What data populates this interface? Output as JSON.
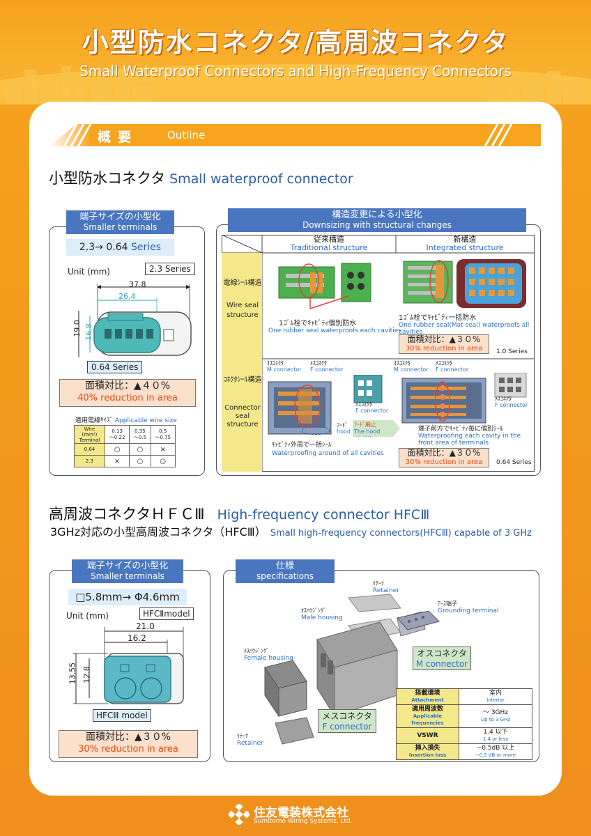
{
  "header": {
    "title_jp": "小型防水コネクタ/高周波コネクタ",
    "title_en": "Small Waterproof Connectors and High-Frequency Connectors"
  },
  "outline": {
    "label_jp": "概要",
    "label_en": "Outline"
  },
  "section1": {
    "title_jp": "小型防水コネクタ",
    "title_en": "Small waterproof connector",
    "left": {
      "hdr_jp": "端子サイズの小型化",
      "hdr_en": "Smaller terminals",
      "series_change": "2.3→ 0.64",
      "series_word": "Series",
      "unit": "Unit (mm)",
      "series_23": "2.3 Series",
      "series_064": "0.64 Series",
      "dim_378": "37.8",
      "dim_264": "26.4",
      "dim_190": "19.0",
      "dim_168": "16.8",
      "area_jp": "面積対比：▲４０%",
      "area_en": "40% reduction in area",
      "wire_jp": "適用電線ｻｲｽﾞ",
      "wire_en": "Applicable wire size",
      "wire_table": {
        "corner_top": "Wire",
        "corner_unit": "(mm²)",
        "corner_bottom": "Terminal",
        "cols": [
          "0.13\n〜0.22",
          "0.35\n〜0.5",
          "0.5\n〜0.75"
        ],
        "rows": [
          {
            "label": "0.64",
            "cells": [
              "○",
              "○",
              "×"
            ]
          },
          {
            "label": "2.3",
            "cells": [
              "×",
              "○",
              "○"
            ]
          }
        ]
      }
    },
    "right": {
      "hdr_jp": "構造変更による小型化",
      "hdr_en": "Downsizing with structural changes",
      "col1_jp": "従来構造",
      "col1_en": "Traditional structure",
      "col2_jp": "新構造",
      "col2_en": "Integrated structure",
      "row1_jp": "電線ｼｰﾙ構造",
      "row1_en": "Wire seal structure",
      "row1_trad_jp": "1ｺﾞﾑ栓でｷｬﾋﾞﾃｨ個別防水",
      "row1_trad_en": "One rubber seal waterproofs each cavities",
      "row1_new_jp": "1ｺﾞﾑ栓でｷｬﾋﾞﾃｨ一括防水",
      "row1_new_en": "One rubber seal(Mat seal) waterproofs all cavities",
      "row1_area_jp": "面積対比：▲３０%",
      "row1_area_en": "30% reduction in area",
      "row1_series": "1.0 Series",
      "row2_jp": "ｺﾈｸﾀｼｰﾙ構造",
      "row2_en": "Connector seal structure",
      "oss_jp": "ｵｽｺﾈｸﾀ",
      "oss_en": "M connector",
      "mesu_jp": "ﾒｽｺﾈｸﾀ",
      "mesu_en": "F connector",
      "hood_jp": "ﾌｰﾄﾞ",
      "hood_en": "hood",
      "hood_abol_jp": "ﾌｰﾄﾞ廃止",
      "hood_abol_en": "The hood abolition",
      "row2_trad_jp": "ｷｬﾋﾞﾃｨ外周で一括ｼｰﾙ",
      "row2_trad_en": "Waterproofing around of all cavities",
      "row2_new_jp": "端子前方でｷｬﾋﾞﾃｨ毎に個別ｼｰﾙ",
      "row2_new_en": "Waterproofing each cavity in the front area of terminals",
      "row2_area_jp": "面積対比：▲３０%",
      "row2_area_en": "30% reduction in area",
      "row2_series": "0.64 Series"
    }
  },
  "section2": {
    "title_jp": "高周波コネクタＨＦＣⅢ",
    "title_en": "High-frequency connector HFCⅢ",
    "sub_jp": "3GHz対応の小型高周波コネクタ（HFCⅢ）",
    "sub_en": "Small high-frequency connectors(HFCⅢ) capable of 3 GHz",
    "left": {
      "hdr_jp": "端子サイズの小型化",
      "hdr_en": "Smaller terminals",
      "size_change": "□5.8mm→ Φ4.6mm",
      "unit": "Unit (mm)",
      "model2": "HFCⅡmodel",
      "model3": "HFCⅢ model",
      "dim_210": "21.0",
      "dim_162": "16.2",
      "dim_1355": "13.55",
      "dim_128": "12.8",
      "area_jp": "面積対比：▲３０%",
      "area_en": "30% reduction in area"
    },
    "right": {
      "hdr_jp": "仕様",
      "hdr_en": "specifications",
      "retainer_jp": "ﾘﾃｰﾅ",
      "retainer_en": "Retainer",
      "male_jp": "ｵｽﾊｳｼﾞﾝｸﾞ",
      "male_en": "Male housing",
      "ground_jp": "ｱｰｽ端子",
      "ground_en": "Grounding terminal",
      "female_jp": "ﾒｽﾊｳｼﾞﾝｸﾞ",
      "female_en": "Female housing",
      "retainer2_jp": "ﾘﾃｰﾅ",
      "retainer2_en": "Retainer",
      "mconn_jp": "オスコネクタ",
      "mconn_en": "M connector",
      "fconn_jp": "メスコネクタ",
      "fconn_en": "F connector",
      "spec_rows": [
        {
          "k_jp": "搭載環境",
          "k_en": "Attachment",
          "v_jp": "室内",
          "v_en": "Interior"
        },
        {
          "k_jp": "適用周波数",
          "k_en": "Applicable frequencies",
          "v_jp": "〜 3GHz",
          "v_en": "Up to 3 GHz"
        },
        {
          "k_jp": "VSWR",
          "k_en": "",
          "v_jp": "1.4 以下",
          "v_en": "1.4 or less"
        },
        {
          "k_jp": "挿入損失",
          "k_en": "Insertion loss",
          "v_jp": "−0.5dB 以上",
          "v_en": "−0.5 dB or more"
        }
      ]
    }
  },
  "footer": {
    "company_jp": "住友電装株式会社",
    "company_en": "Sumitomo Wiring Systems, Ltd."
  },
  "colors": {
    "orange": "#f7a51e",
    "blue": "#4a76c0",
    "accent_red": "#ee4a10"
  }
}
